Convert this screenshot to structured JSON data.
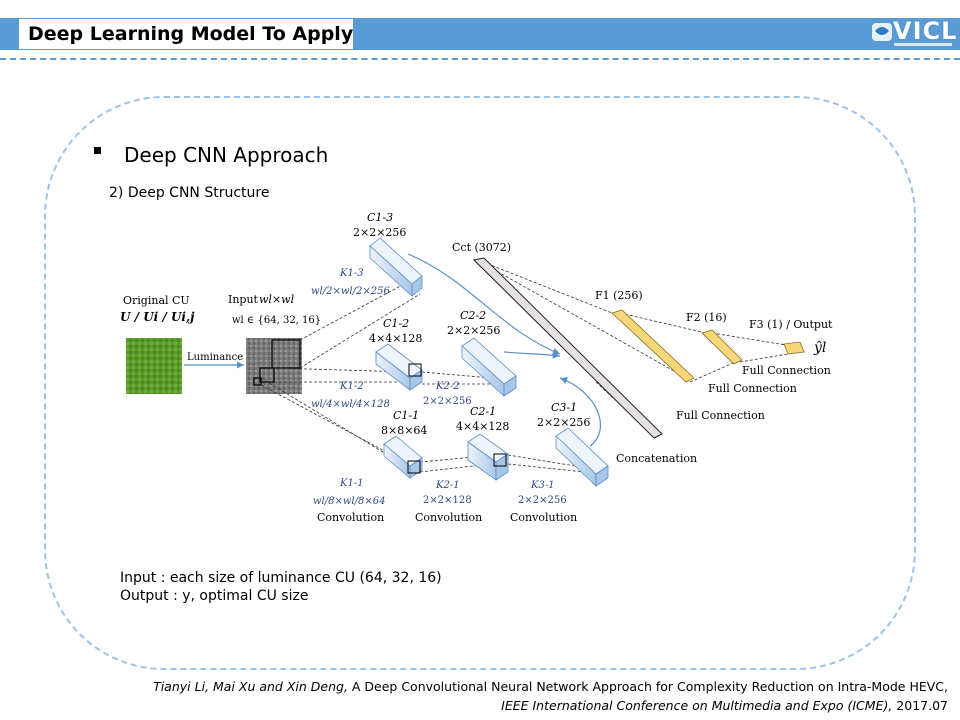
{
  "header": {
    "title": "Deep Learning Model To Apply",
    "logo_text": "VICL"
  },
  "section": {
    "bullet_title": "Deep CNN Approach",
    "subtitle": "2) Deep CNN Structure"
  },
  "diagram": {
    "original_cu_label": "Original CU",
    "original_cu_formula": "U / Ui / Ui,j",
    "luminance": "Luminance",
    "input_label": "Input",
    "input_size": "wl×wl",
    "input_set": "wl ∈ {64, 32, 16}",
    "c13_name": "C1-3",
    "c13_size": "2×2×256",
    "k13_name": "K1-3",
    "k13_size": "wl/2×wl/2×256",
    "c12_name": "C1-2",
    "c12_size": "4×4×128",
    "k12_name": "K1-2",
    "k12_size": "wl/4×wl/4×128",
    "c11_name": "C1-1",
    "c11_size": "8×8×64",
    "k11_name": "K1-1",
    "k11_size": "wl/8×wl/8×64",
    "c22_name": "C2-2",
    "c22_size": "2×2×256",
    "k22_name": "K2-2",
    "k22_size": "2×2×256",
    "c21_name": "C2-1",
    "c21_size": "4×4×128",
    "k21_name": "K2-1",
    "k21_size": "2×2×128",
    "c31_name": "C3-1",
    "c31_size": "2×2×256",
    "k31_name": "K3-1",
    "k31_size": "2×2×256",
    "cct_label": "Cct (3072)",
    "concatenation": "Concatenation",
    "f1_label": "F1 (256)",
    "f2_label": "F2 (16)",
    "f3_label": "F3 (1) / Output",
    "output_symbol": "ŷl",
    "fc1": "Full Connection",
    "fc2": "Full Connection",
    "fc3": "Full Connection",
    "conv1": "Convolution",
    "conv2": "Convolution",
    "conv3": "Convolution",
    "colors": {
      "block_fill": "#dbe8f7",
      "block_edge": "#5b8fc9",
      "fc_fill": "#f7d77a",
      "cct_fill": "#e6e0e0"
    }
  },
  "notes": {
    "input_line": "Input : each size of luminance CU (64, 32, 16)",
    "output_line": "Output : y, optimal CU size"
  },
  "citation": {
    "authors": "Tianyi Li, Mai Xu and Xin Deng,",
    "title": " A Deep Convolutional Neural Network Approach for Complexity Reduction on Intra-Mode HEVC,",
    "venue": "IEEE International Conference on Multimedia and Expo (ICME),",
    "year": " 2017.07"
  }
}
